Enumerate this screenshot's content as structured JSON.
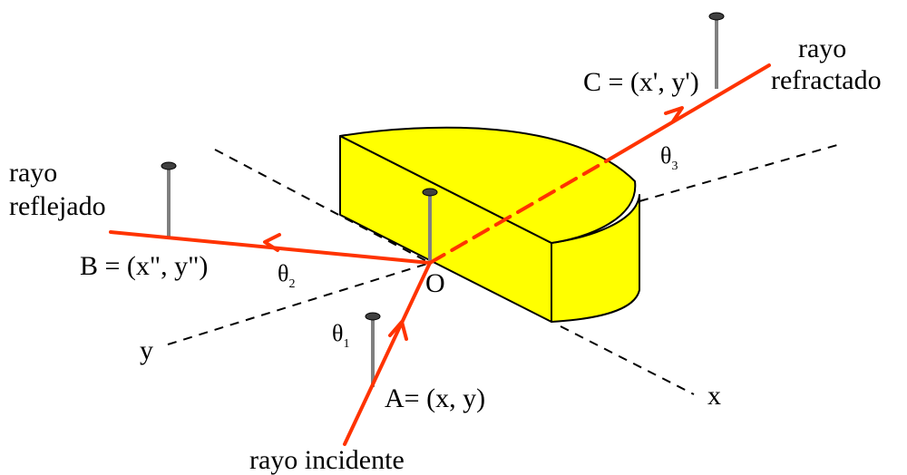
{
  "labels": {
    "point_c": "C = (x', y')",
    "point_b": "B = (x\", y\")",
    "point_a": "A= (x, y)",
    "origin": "O",
    "axis_x": "x",
    "axis_y": "y",
    "refracted_line1": "rayo",
    "refracted_line2": "refractado",
    "reflected_line1": "rayo",
    "reflected_line2": "reflejado",
    "incident": "rayo incidente",
    "theta1_base": "θ",
    "theta1_sub": "1",
    "theta2_base": "θ",
    "theta2_sub": "2",
    "theta3_base": "θ",
    "theta3_sub": "3"
  },
  "colors": {
    "ray": "#ff3300",
    "block_fill": "#ffff00",
    "outline": "#000000",
    "pin": "#808080",
    "pin_head": "#404040"
  },
  "icons": [
    "pin-icon",
    "arrow-icon"
  ]
}
